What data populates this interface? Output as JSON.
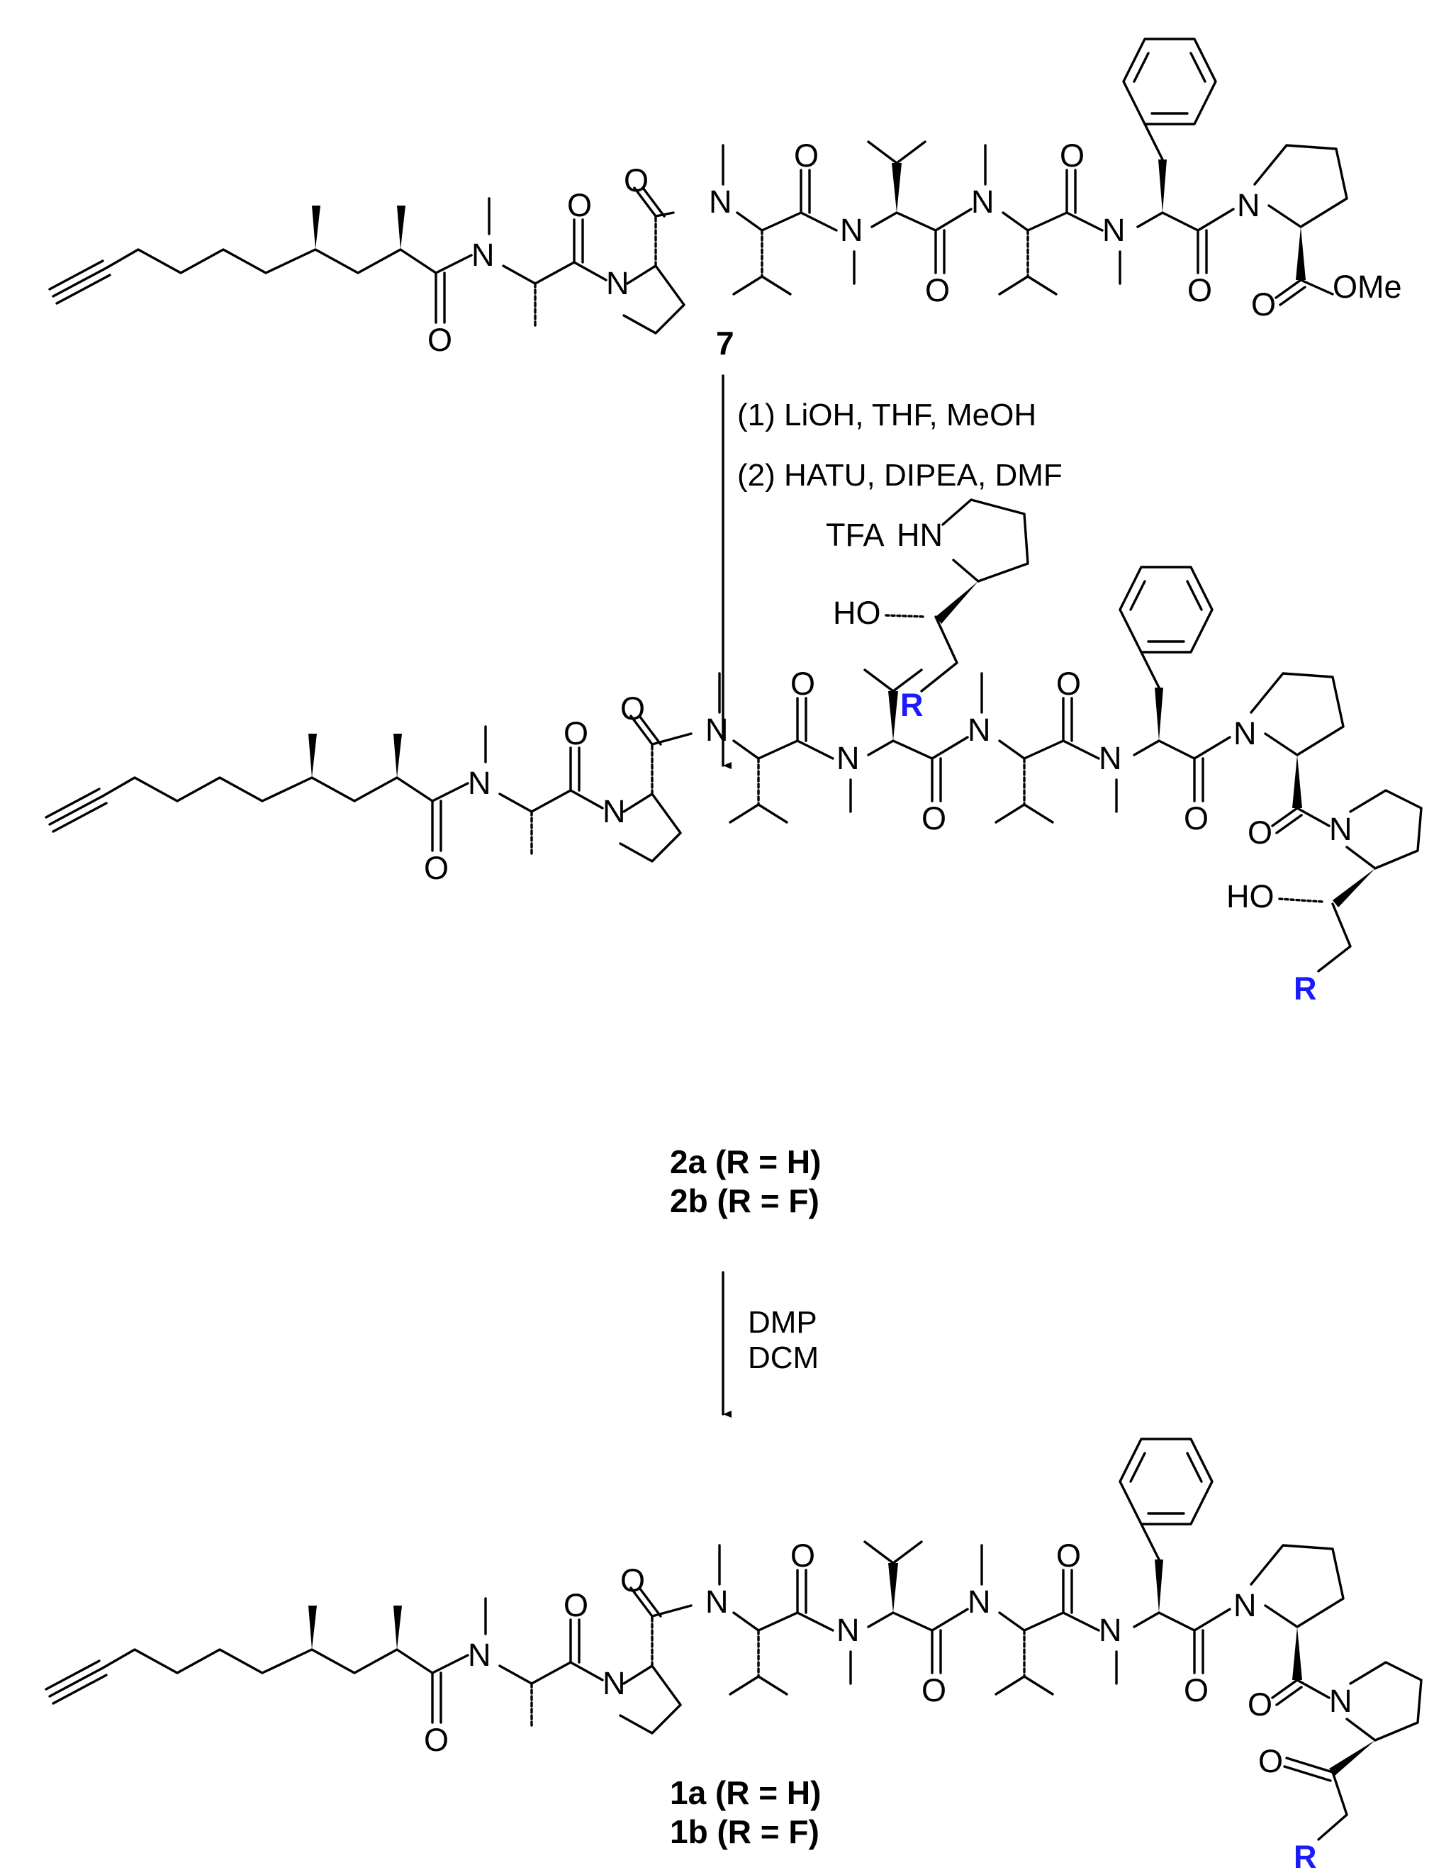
{
  "colors": {
    "ink": "#000000",
    "r_group": "#1a1aff"
  },
  "atoms": {
    "N": "N",
    "O": "O",
    "OMe": "OMe",
    "HO": "HO",
    "R": "R"
  },
  "compound_7": {
    "label": "7"
  },
  "step1": {
    "line1": "(1) LiOH, THF, MeOH",
    "line2": "(2) HATU, DIPEA, DMF",
    "reagent_salt": "TFA",
    "reagent_nh": "HN"
  },
  "compounds_2": {
    "line1": "2a (R = H)",
    "line2": "2b (R = F)"
  },
  "step2": {
    "line1": "DMP",
    "line2": "DCM"
  },
  "compounds_1": {
    "line1": "1a (R = H)",
    "line2": "1b (R = F)"
  }
}
